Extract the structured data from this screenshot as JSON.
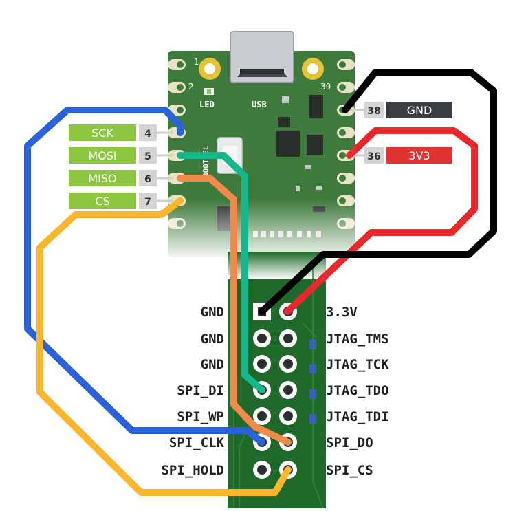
{
  "pico": {
    "pin_numbers": {
      "p1": "1",
      "p2": "2",
      "p39": "39"
    },
    "silk": {
      "led": "LED",
      "usb": "USB",
      "bootsel": "BOOTSEL"
    }
  },
  "left_pins": [
    {
      "label": "SCK",
      "num": "4",
      "color": "#8dc63f"
    },
    {
      "label": "MOSI",
      "num": "5",
      "color": "#8dc63f"
    },
    {
      "label": "MISO",
      "num": "6",
      "color": "#8dc63f"
    },
    {
      "label": "CS",
      "num": "7",
      "color": "#8dc63f"
    }
  ],
  "right_pins": [
    {
      "label": "GND",
      "num": "38",
      "color": "#3a3d42"
    },
    {
      "label": "3V3",
      "num": "36",
      "color": "#e23333"
    }
  ],
  "header": {
    "left_labels": [
      "GND",
      "GND",
      "GND",
      "SPI_DI",
      "SPI_WP",
      "SPI_CLK",
      "SPI_HOLD"
    ],
    "right_labels": [
      "3.3V",
      "JTAG_TMS",
      "JTAG_TCK",
      "JTAG_TDO",
      "JTAG_TDI",
      "SPI_DO",
      "SPI_CS"
    ]
  },
  "wire_colors": {
    "sck": "#2962d9",
    "mosi": "#14b88a",
    "miso": "#f28a4a",
    "cs": "#fbb62d",
    "gnd": "#000000",
    "v33": "#e8282b"
  },
  "colors": {
    "pcb": "#3f7a3d",
    "pcb_edge": "#2f6a30",
    "header_pcb": "#1f6a2a",
    "pin_gold": "#f2d23a"
  }
}
